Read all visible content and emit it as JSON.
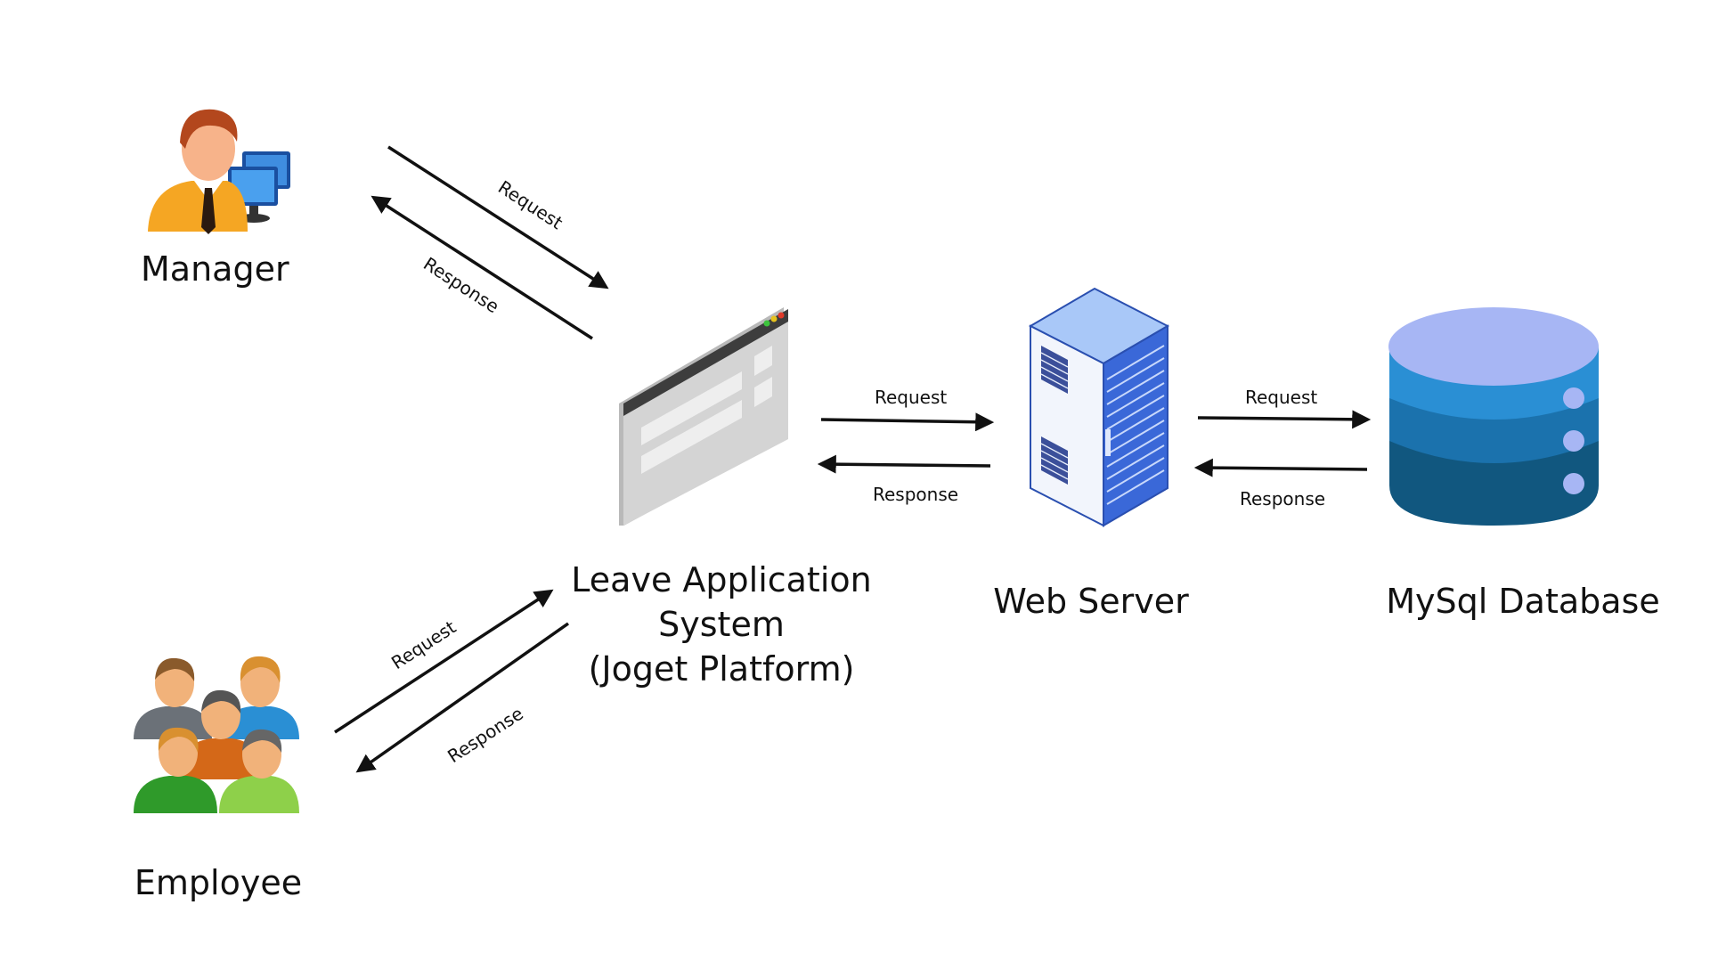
{
  "nodes": {
    "manager": {
      "label": "Manager",
      "icon": "manager-icon"
    },
    "employee": {
      "label": "Employee",
      "icon": "employee-group-icon"
    },
    "leave_app": {
      "label_lines": [
        "Leave Application",
        "System",
        "(Joget Platform)"
      ],
      "icon": "browser-window-icon"
    },
    "web_server": {
      "label": "Web Server",
      "icon": "server-rack-icon"
    },
    "database": {
      "label": "MySql Database",
      "icon": "database-icon"
    }
  },
  "edges": {
    "manager_request": "Request",
    "manager_response": "Response",
    "employee_request": "Request",
    "employee_response": "Response",
    "app_server_request": "Request",
    "app_server_response": "Response",
    "server_db_request": "Request",
    "server_db_response": "Response"
  },
  "colors": {
    "database_top": "#a7b6f4",
    "database_band1": "#2a8fd4",
    "database_band2": "#1b72ad",
    "database_band3": "#11577f",
    "server_blue": "#8fb6f5",
    "arrow": "#111111"
  }
}
